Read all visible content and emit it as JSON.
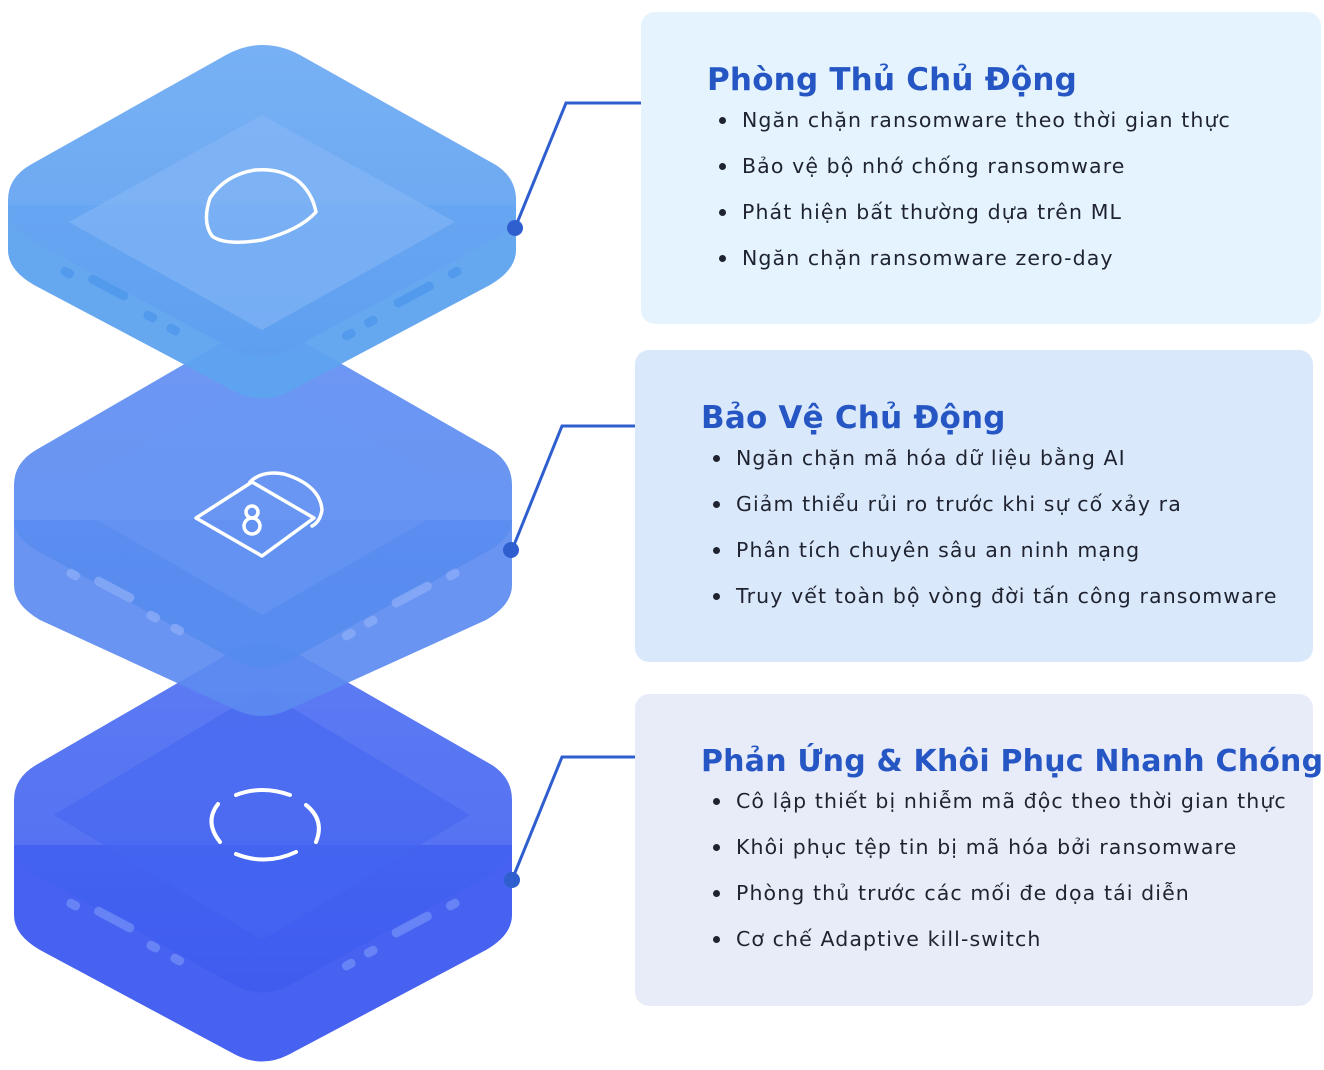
{
  "colors": {
    "title": "#2556c4",
    "text": "#1f2330",
    "connector": "#2f5fcf",
    "tile_top": [
      "#6aa9f1",
      "#5c96f1",
      "#4763ee"
    ],
    "tile_side": [
      "#5aa0ee",
      "#5a8ef0",
      "#3f5cf0"
    ]
  },
  "layers": [
    {
      "icon": "shield-icon",
      "title": "Phòng Thủ Chủ Động",
      "items": [
        "Ngăn chặn ransomware theo thời gian thực",
        "Bảo vệ bộ nhớ chống ransomware",
        "Phát hiện bất thường dựa trên ML",
        "Ngăn chặn ransomware zero-day"
      ]
    },
    {
      "icon": "lock-icon",
      "title": "Bảo Vệ Chủ Động",
      "items": [
        "Ngăn chặn mã hóa dữ liệu bằng AI",
        "Giảm thiểu rủi ro trước khi sự cố xảy ra",
        "Phân tích chuyên sâu an ninh mạng",
        "Truy vết toàn bộ vòng đời tấn công ransomware"
      ]
    },
    {
      "icon": "recovery-cycle-icon",
      "title": "Phản Ứng & Khôi Phục Nhanh Chóng",
      "items": [
        "Cô lập thiết bị nhiễm mã độc theo thời gian thực",
        "Khôi phục tệp tin bị mã hóa bởi ransomware",
        "Phòng thủ trước các mối đe dọa tái diễn",
        "Cơ chế Adaptive kill-switch"
      ]
    }
  ]
}
